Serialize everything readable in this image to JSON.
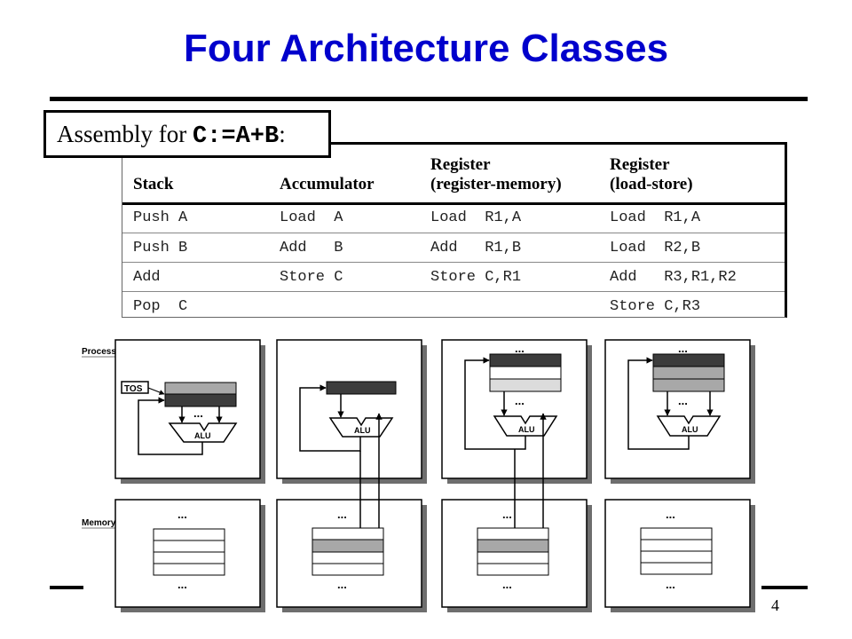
{
  "slide": {
    "title": "Four Architecture Classes",
    "page_number": "4"
  },
  "assembly_caption": {
    "prefix": "Assembly for ",
    "code": "C:=A+B",
    "suffix": ":"
  },
  "table": {
    "columns": [
      {
        "line1": "",
        "line2": "Stack"
      },
      {
        "line1": "",
        "line2": "Accumulator"
      },
      {
        "line1": "Register",
        "line2": "(register-memory)"
      },
      {
        "line1": "Register",
        "line2": "(load-store)"
      }
    ],
    "rows": [
      [
        "Push A",
        "Load  A",
        "Load  R1,A",
        "Load  R1,A"
      ],
      [
        "Push B",
        "Add   B",
        "Add   R1,B",
        "Load  R2,B"
      ],
      [
        "Add",
        "Store C",
        "Store C,R1",
        "Add   R3,R1,R2"
      ],
      [
        "Pop  C",
        "",
        "",
        "Store C,R3"
      ]
    ]
  },
  "diagram": {
    "processor_label": "Processor",
    "memory_label": "Memory",
    "tos_label": "TOS",
    "alu_label": "ALU",
    "ellipsis": "...",
    "colors": {
      "dark_cell": "#3c3c3c",
      "mid_cell": "#a8a8a8",
      "light_cell": "#dcdcdc",
      "shadow": "#6e6e6e"
    }
  }
}
